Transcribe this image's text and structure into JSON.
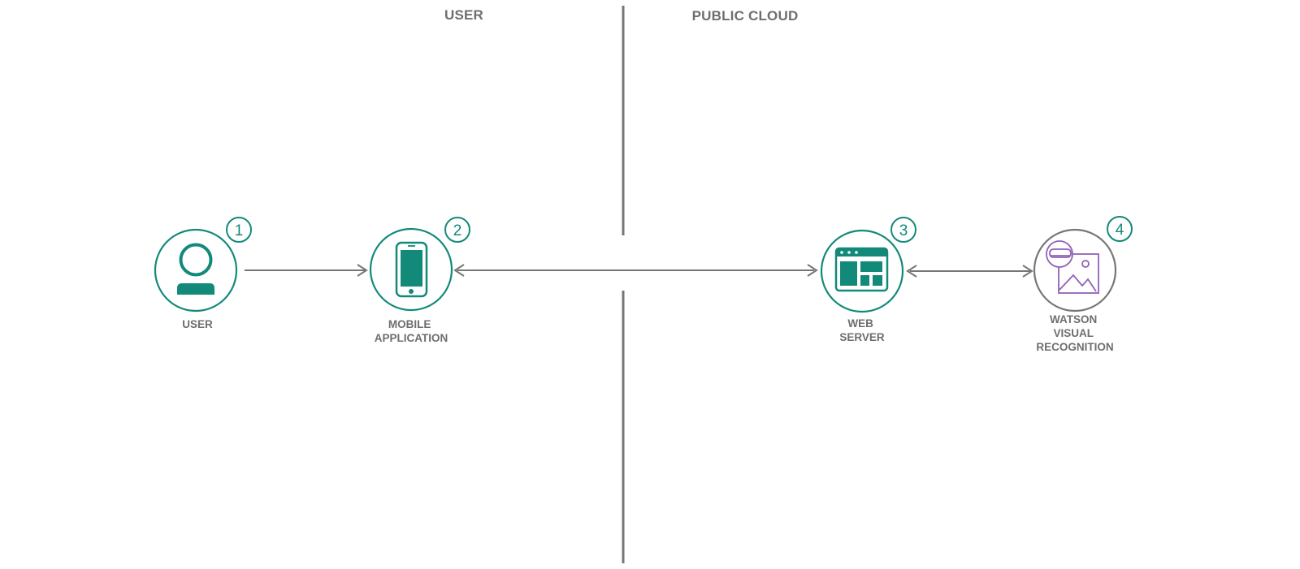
{
  "colors": {
    "teal": "#13897a",
    "gray": "#767676",
    "purple": "#9063b8",
    "text": "#6e6e6e"
  },
  "sections": {
    "user_title": "USER",
    "cloud_title": "PUBLIC CLOUD"
  },
  "nodes": [
    {
      "id": "user",
      "step": "1",
      "icon": "user-icon",
      "label_lines": [
        "USER"
      ]
    },
    {
      "id": "mobile-application",
      "step": "2",
      "icon": "mobile-phone-icon",
      "label_lines": [
        "MOBILE",
        "APPLICATION"
      ]
    },
    {
      "id": "web-server",
      "step": "3",
      "icon": "web-browser-window-icon",
      "label_lines": [
        "WEB",
        "SERVER"
      ]
    },
    {
      "id": "watson-visual-recognition",
      "step": "4",
      "icon": "watson-visual-recognition-icon",
      "label_lines": [
        "WATSON",
        "VISUAL",
        "RECOGNITION"
      ]
    }
  ],
  "connections": [
    {
      "from": "user",
      "to": "mobile-application",
      "direction": "one-way"
    },
    {
      "from": "mobile-application",
      "to": "web-server",
      "direction": "two-way"
    },
    {
      "from": "web-server",
      "to": "watson-visual-recognition",
      "direction": "two-way"
    }
  ]
}
